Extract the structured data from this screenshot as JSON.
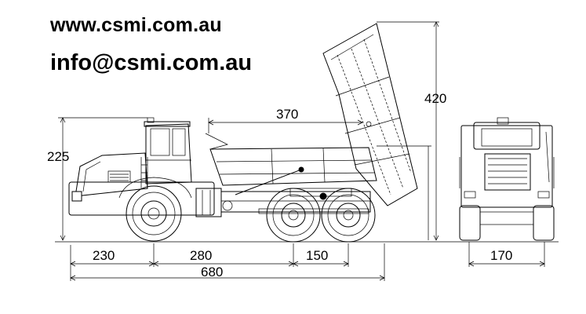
{
  "header": {
    "website": "www.csmi.com.au",
    "email": "info@csmi.com.au"
  },
  "dimensions": {
    "overall_height": "225",
    "tipped_height": "420",
    "body_length": "370",
    "front_overhang": "230",
    "wheelbase_front": "280",
    "tandem_spacing": "150",
    "overall_length": "680",
    "track_width": "170"
  },
  "colors": {
    "line": "#000000",
    "background": "#ffffff"
  }
}
